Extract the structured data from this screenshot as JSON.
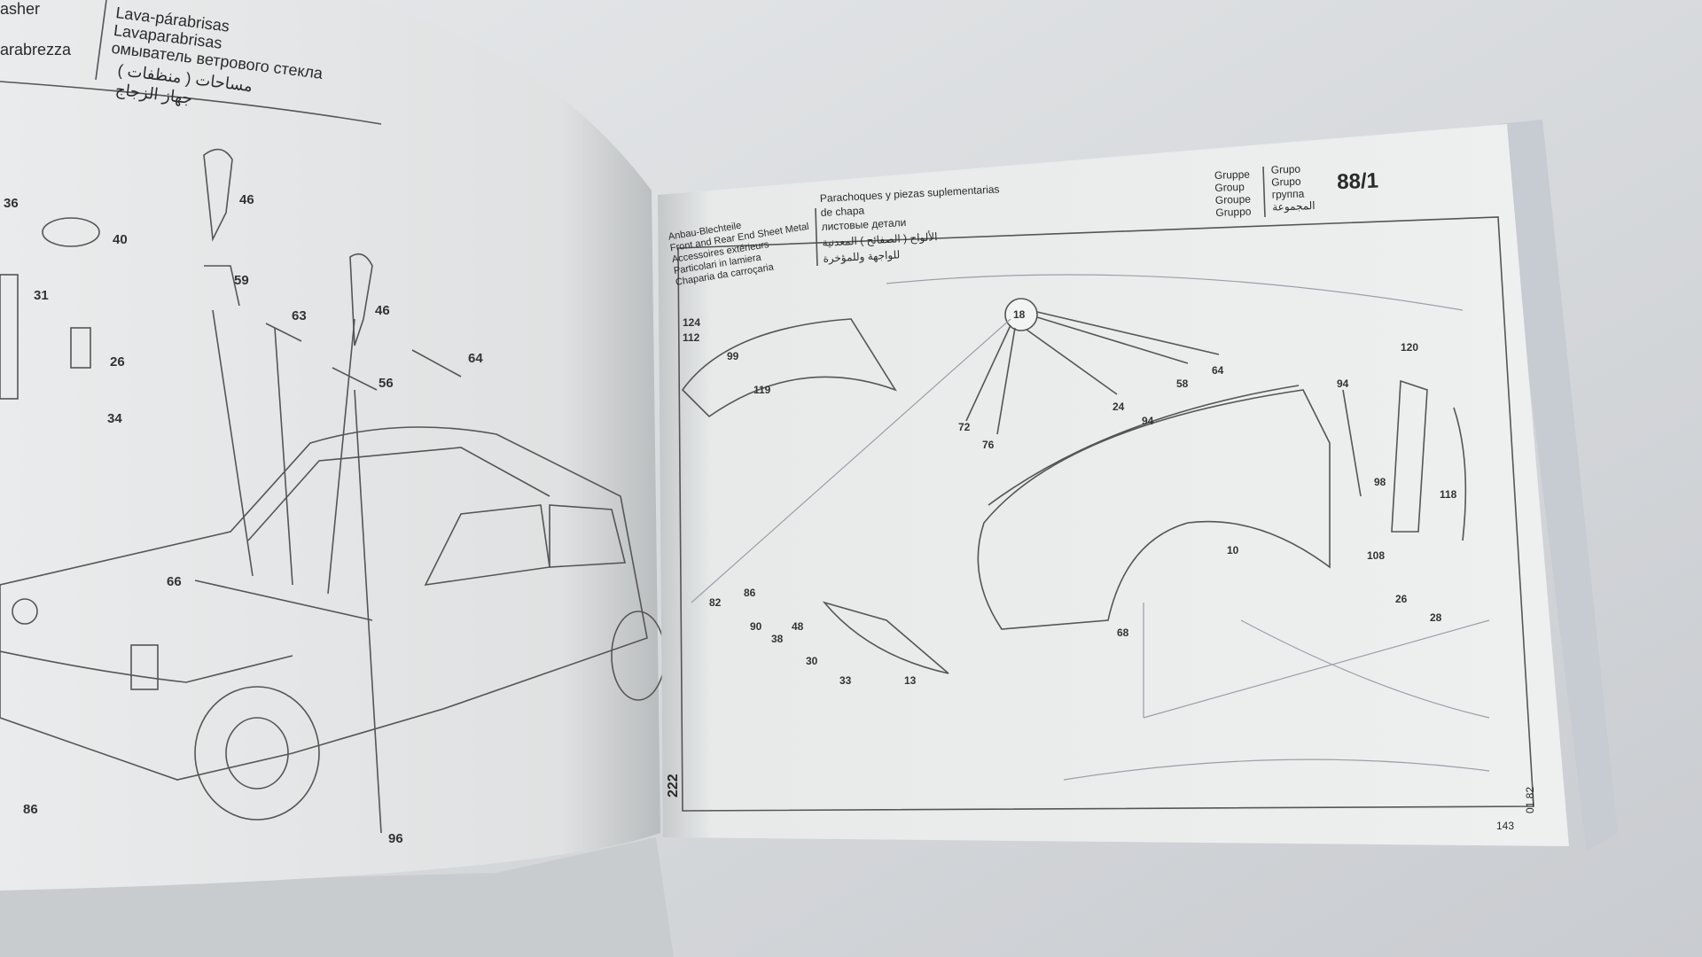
{
  "left_page": {
    "header_partial": [
      "asher",
      "arabrezza"
    ],
    "title_lines": [
      "Lava-párabrisas",
      "Lavaparabrisas",
      "омыватель ветрового стекла",
      "( منظفات ) مساحات",
      "جهاز الزجاج"
    ],
    "callouts": [
      "36",
      "46",
      "40",
      "59",
      "31",
      "63",
      "46",
      "26",
      "64",
      "56",
      "34",
      "66",
      "86",
      "96"
    ]
  },
  "right_page": {
    "section_labels": [
      "Anbau-Blechteile",
      "Front and Rear End Sheet Metal",
      "Accessoires extérieurs",
      "Particolari in lamiera",
      "Chaparia da carroçaria"
    ],
    "section_title_lines": [
      "Parachoques y piezas suplementarias",
      "de chapa",
      "листовые детали",
      "الألواح ( الصفائح ) المعدنية",
      "للواجهة وللمؤخرة"
    ],
    "group_labels": [
      "Gruppe",
      "Group",
      "Groupe",
      "Gruppo"
    ],
    "group_labels_2": [
      "Grupo",
      "Grupo",
      "группа",
      "المجموعة"
    ],
    "group_number": "88/1",
    "callouts": [
      "18",
      "124",
      "112",
      "99",
      "119",
      "58",
      "64",
      "120",
      "72",
      "76",
      "24",
      "94",
      "94",
      "98",
      "118",
      "10",
      "108",
      "86",
      "82",
      "90",
      "48",
      "38",
      "30",
      "33",
      "13",
      "68",
      "26",
      "28"
    ],
    "side_page_number": "222",
    "edition": "01.82",
    "page_number": "143"
  }
}
